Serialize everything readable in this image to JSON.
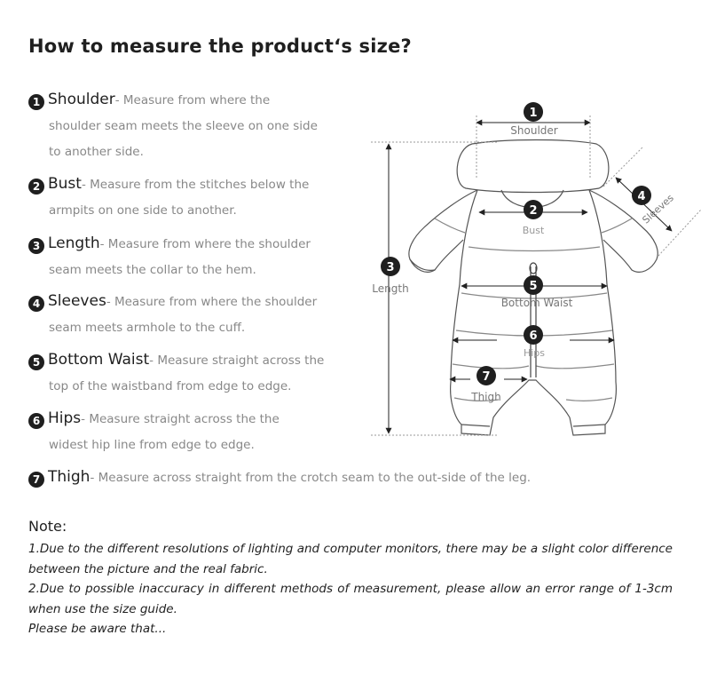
{
  "title": "How to measure the product‘s size?",
  "items": [
    {
      "num": "1",
      "name": "Shoulder",
      "desc_first": "- Measure from where the",
      "desc_rest": "shoulder seam meets the sleeve on one side to another side."
    },
    {
      "num": "2",
      "name": "Bust",
      "desc_first": "- Measure from the stitches below the",
      "desc_rest": "armpits on one side to another."
    },
    {
      "num": "3",
      "name": "Length",
      "desc_first": "- Measure from where the shoulder",
      "desc_rest": "seam meets the collar to the hem."
    },
    {
      "num": "4",
      "name": "Sleeves",
      "desc_first": "- Measure from where the shoulder",
      "desc_rest": "seam meets armhole to the cuff."
    },
    {
      "num": "5",
      "name": "Bottom Waist",
      "desc_first": "- Measure straight across the",
      "desc_rest": "top of the waistband from edge to edge."
    },
    {
      "num": "6",
      "name": "Hips",
      "desc_first": "- Measure straight across the the",
      "desc_rest": "widest hip line from edge to edge."
    },
    {
      "num": "7",
      "name": "Thigh",
      "desc_first": "- Measure across straight from the crotch seam to the out-side of the leg.",
      "desc_rest": ""
    }
  ],
  "diagram": {
    "labels": {
      "shoulder": "Shoulder",
      "bust": "Bust",
      "length": "Length",
      "sleeves": "Sleeves",
      "bottom_waist": "Bottom Waist",
      "hips": "Hips",
      "thigh": "Thigh"
    },
    "markers": {
      "m1": "1",
      "m2": "2",
      "m3": "3",
      "m4": "4",
      "m5": "5",
      "m6": "6",
      "m7": "7"
    }
  },
  "note": {
    "title": "Note:",
    "lines": [
      "1.Due to the different resolutions of lighting and computer monitors, there may be a slight color difference between the picture and the real fabric.",
      "2.Due to possible inaccuracy in different methods of measurement, please allow an error range of 1-3cm when use the size guide.",
      "Please be aware that..."
    ]
  }
}
